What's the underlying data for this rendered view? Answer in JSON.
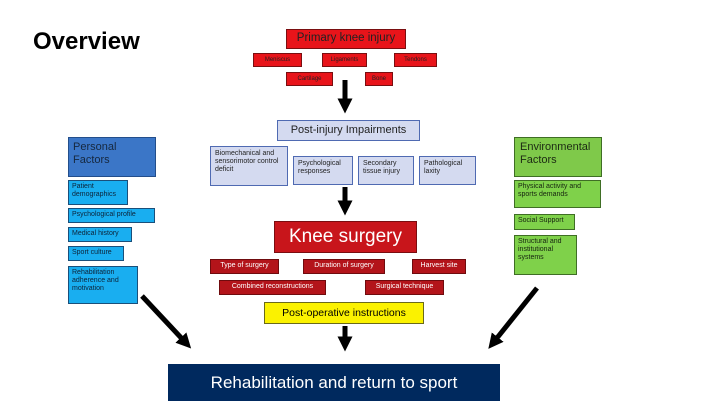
{
  "title": "Overview",
  "primary": {
    "label": "Primary knee injury",
    "items": [
      "Meniscus",
      "Ligaments",
      "Tendons",
      "Cartilage",
      "Bone"
    ]
  },
  "post_injury": {
    "label": "Post-injury Impairments",
    "items": [
      "Biomechanical and sensorimotor control deficit",
      "Psychological responses",
      "Secondary tissue injury",
      "Pathological laxity"
    ]
  },
  "surgery": {
    "label": "Knee surgery",
    "items": [
      "Type of surgery",
      "Duration of surgery",
      "Harvest site",
      "Combined reconstructions",
      "Surgical technique"
    ]
  },
  "post_op": {
    "label": "Post-operative instructions"
  },
  "personal": {
    "label": "Personal Factors",
    "items": [
      "Patient demographics",
      "Psychological profile",
      "Medical history",
      "Sport culture",
      "Rehabilitation adherence and motivation"
    ]
  },
  "environmental": {
    "label": "Environmental Factors",
    "items": [
      "Physical activity and sports demands",
      "Social Support",
      "Structural and institutional systems"
    ]
  },
  "outcome": {
    "label": "Rehabilitation and return to sport"
  },
  "colors": {
    "primary_red": "#e8141a",
    "surgery_red": "#c8151b",
    "lavender": "#d4daf0",
    "yellow": "#fbf200",
    "personal_blue": "#3b76c7",
    "cyan": "#19aef0",
    "green": "#7fc94a",
    "navy": "#00295e"
  }
}
